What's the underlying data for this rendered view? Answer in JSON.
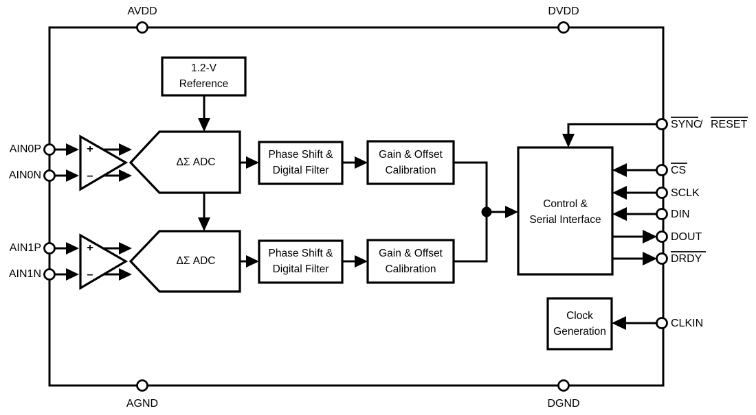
{
  "diagram": {
    "title": "ADC functional block diagram",
    "colors": {
      "line": "#000000",
      "background": "#ffffff",
      "fill": "#ffffff"
    },
    "blocks": {
      "reference": {
        "line1": "1.2-V",
        "line2": "Reference"
      },
      "adc0": {
        "label": "ΔΣ ADC"
      },
      "adc1": {
        "label": "ΔΣ ADC"
      },
      "filter0": {
        "line1": "Phase Shift &",
        "line2": "Digital Filter"
      },
      "filter1": {
        "line1": "Phase Shift &",
        "line2": "Digital Filter"
      },
      "cal0": {
        "line1": "Gain & Offset",
        "line2": "Calibration"
      },
      "cal1": {
        "line1": "Gain & Offset",
        "line2": "Calibration"
      },
      "control": {
        "line1": "Control &",
        "line2": "Serial Interface"
      },
      "clock": {
        "line1": "Clock",
        "line2": "Generation"
      }
    },
    "amplifiers": {
      "amp0": {
        "plus": "+",
        "minus": "–"
      },
      "amp1": {
        "plus": "+",
        "minus": "–"
      }
    },
    "rails": {
      "avdd": "AVDD",
      "dvdd": "DVDD",
      "agnd": "AGND",
      "dgnd": "DGND"
    },
    "pins_left": [
      {
        "name": "AIN0P",
        "label": "AIN0P",
        "overline": false
      },
      {
        "name": "AIN0N",
        "label": "AIN0N",
        "overline": false
      },
      {
        "name": "AIN1P",
        "label": "AIN1P",
        "overline": false
      },
      {
        "name": "AIN1N",
        "label": "AIN1N",
        "overline": false
      }
    ],
    "pins_right": [
      {
        "name": "SYNC_RESET",
        "label": "SYNC / RESET",
        "part_a": "SYNC",
        "separator": " / ",
        "part_b": "RESET",
        "overline": true,
        "direction": "input"
      },
      {
        "name": "CS",
        "label": "CS",
        "overline": true,
        "direction": "input"
      },
      {
        "name": "SCLK",
        "label": "SCLK",
        "overline": false,
        "direction": "input"
      },
      {
        "name": "DIN",
        "label": "DIN",
        "overline": false,
        "direction": "input"
      },
      {
        "name": "DOUT",
        "label": "DOUT",
        "overline": false,
        "direction": "output"
      },
      {
        "name": "DRDY",
        "label": "DRDY",
        "overline": true,
        "direction": "output"
      },
      {
        "name": "CLKIN",
        "label": "CLKIN",
        "overline": false,
        "direction": "input"
      }
    ]
  }
}
